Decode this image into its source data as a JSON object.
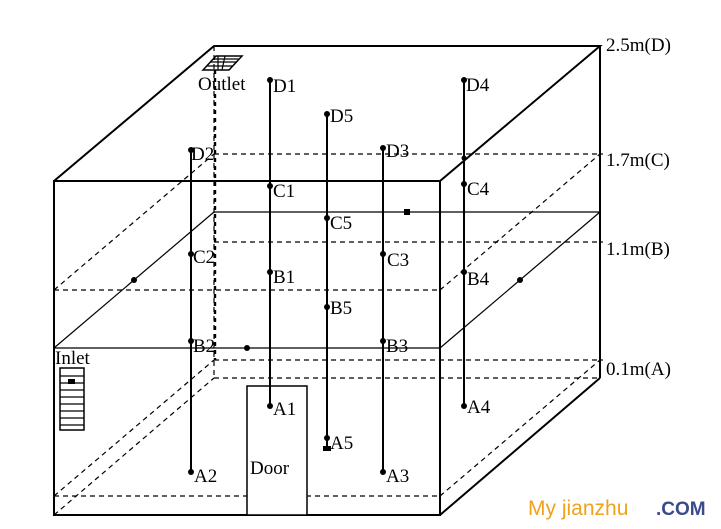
{
  "levels": {
    "d": "2.5m(D)",
    "c": "1.7m(C)",
    "b": "1.1m(B)",
    "a": "0.1m(A)"
  },
  "labels": {
    "outlet": "Outlet",
    "inlet": "Inlet",
    "door": "Door"
  },
  "points": {
    "d1": "D1",
    "d2": "D2",
    "d3": "D3",
    "d4": "D4",
    "d5": "D5",
    "c1": "C1",
    "c2": "C2",
    "c3": "C3",
    "c4": "C4",
    "c5": "C5",
    "b1": "B1",
    "b2": "B2",
    "b3": "B3",
    "b4": "B4",
    "b5": "B5",
    "a1": "A1",
    "a2": "A2",
    "a3": "A3",
    "a4": "A4",
    "a5": "A5"
  },
  "watermark": {
    "part1": "My jianzhu",
    "part2": ".COM"
  }
}
